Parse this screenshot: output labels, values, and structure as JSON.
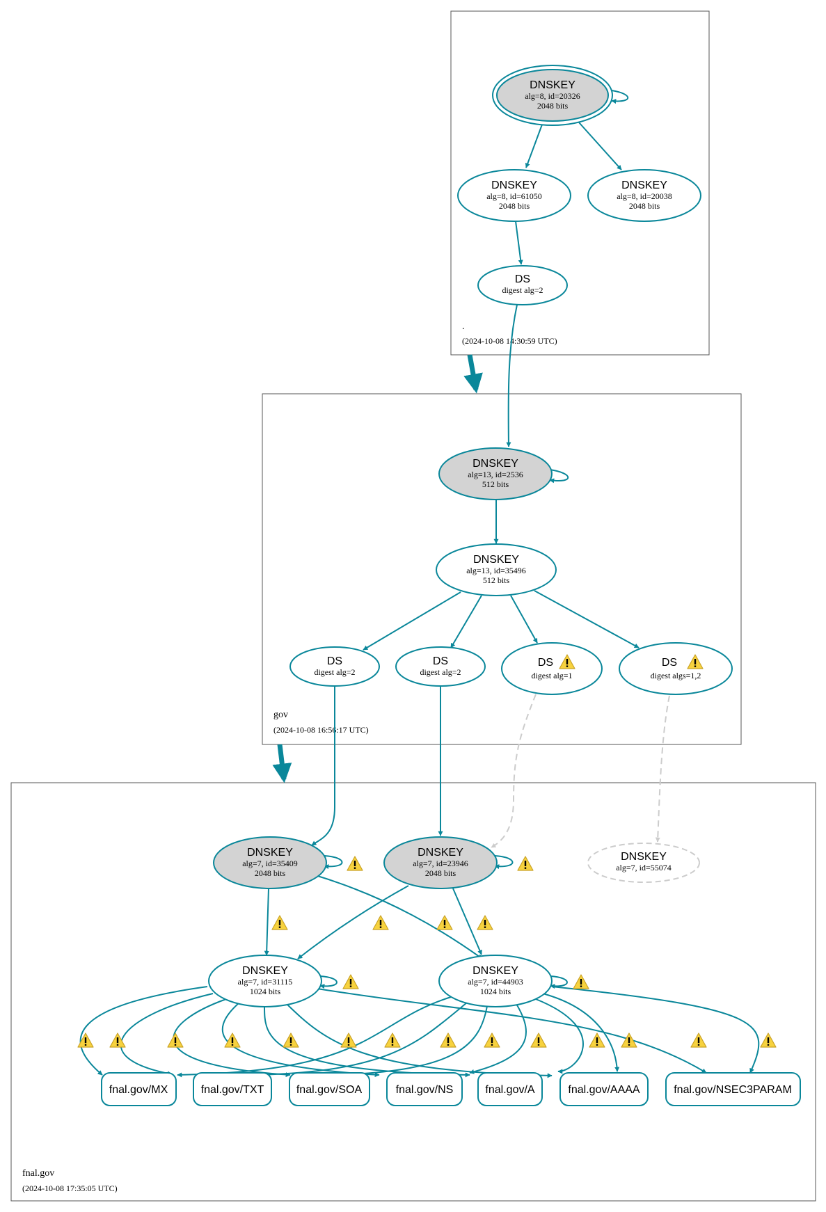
{
  "zones": {
    "root": {
      "name": ".",
      "timestamp": "(2024-10-08 14:30:59 UTC)"
    },
    "gov": {
      "name": "gov",
      "timestamp": "(2024-10-08 16:56:17 UTC)"
    },
    "fnal": {
      "name": "fnal.gov",
      "timestamp": "(2024-10-08 17:35:05 UTC)"
    }
  },
  "nodes": {
    "root_ksk": {
      "title": "DNSKEY",
      "line1": "alg=8, id=20326",
      "line2": "2048 bits"
    },
    "root_zsk1": {
      "title": "DNSKEY",
      "line1": "alg=8, id=61050",
      "line2": "2048 bits"
    },
    "root_zsk2": {
      "title": "DNSKEY",
      "line1": "alg=8, id=20038",
      "line2": "2048 bits"
    },
    "root_ds": {
      "title": "DS",
      "line1": "digest alg=2"
    },
    "gov_ksk": {
      "title": "DNSKEY",
      "line1": "alg=13, id=2536",
      "line2": "512 bits"
    },
    "gov_zsk": {
      "title": "DNSKEY",
      "line1": "alg=13, id=35496",
      "line2": "512 bits"
    },
    "gov_ds1": {
      "title": "DS",
      "line1": "digest alg=2"
    },
    "gov_ds2": {
      "title": "DS",
      "line1": "digest alg=2"
    },
    "gov_ds3": {
      "title": "DS",
      "line1": "digest alg=1"
    },
    "gov_ds4": {
      "title": "DS",
      "line1": "digest algs=1,2"
    },
    "fnal_ksk1": {
      "title": "DNSKEY",
      "line1": "alg=7, id=35409",
      "line2": "2048 bits"
    },
    "fnal_ksk2": {
      "title": "DNSKEY",
      "line1": "alg=7, id=23946",
      "line2": "2048 bits"
    },
    "fnal_ksk3": {
      "title": "DNSKEY",
      "line1": "alg=7, id=55074"
    },
    "fnal_zsk1": {
      "title": "DNSKEY",
      "line1": "alg=7, id=31115",
      "line2": "1024 bits"
    },
    "fnal_zsk2": {
      "title": "DNSKEY",
      "line1": "alg=7, id=44903",
      "line2": "1024 bits"
    }
  },
  "rrsets": [
    "fnal.gov/MX",
    "fnal.gov/TXT",
    "fnal.gov/SOA",
    "fnal.gov/NS",
    "fnal.gov/A",
    "fnal.gov/AAAA",
    "fnal.gov/NSEC3PARAM"
  ],
  "colors": {
    "edge": "#0a879a",
    "sep_fill": "#d3d3d3",
    "dashed": "#cccccc",
    "warning_fill": "#f7d23e"
  },
  "icons": {
    "warning": "warning-icon"
  }
}
